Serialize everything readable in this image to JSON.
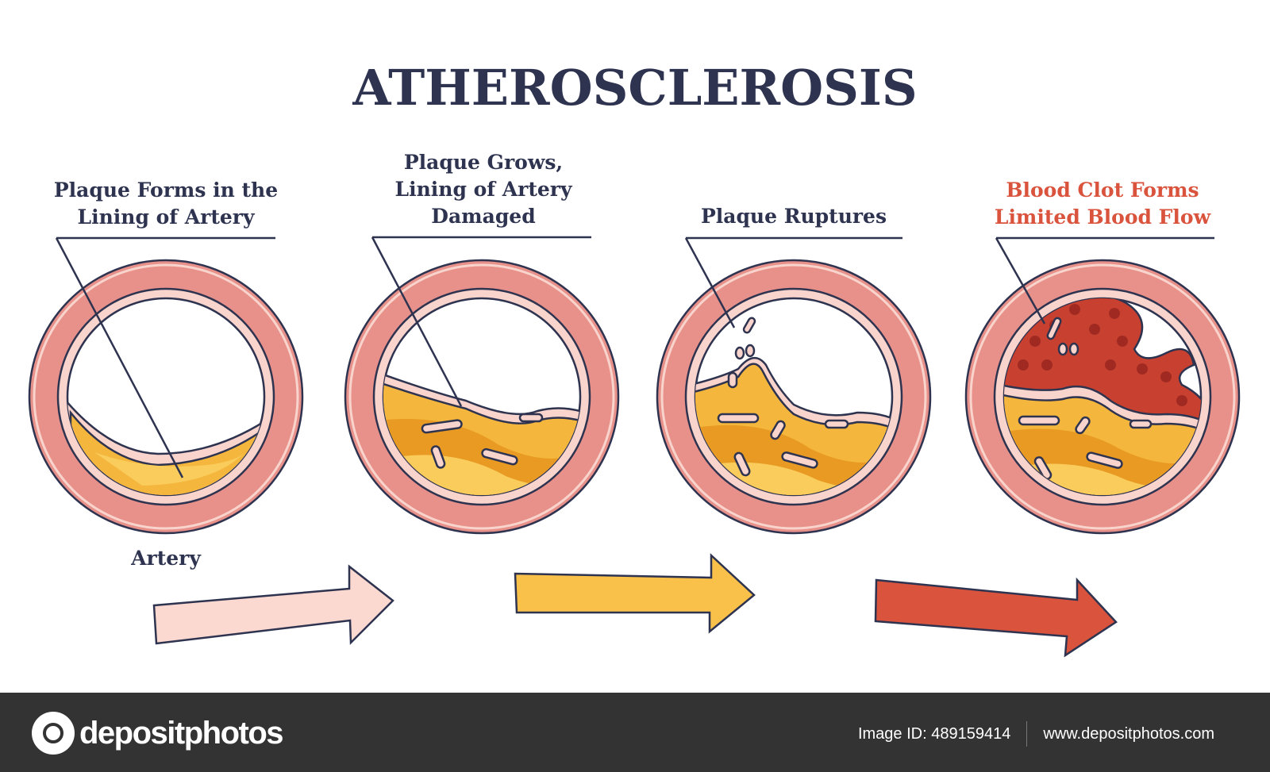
{
  "title": "ATHEROSCLEROSIS",
  "stages": [
    {
      "lines": [
        "Plaque Forms in the",
        "Lining of Artery"
      ]
    },
    {
      "lines": [
        "Plaque Grows,",
        "Lining of Artery",
        "Damaged"
      ]
    },
    {
      "lines": [
        "Plaque Ruptures"
      ]
    },
    {
      "lines": [
        "Blood Clot Forms",
        "Limited Blood Flow"
      ]
    }
  ],
  "artery_label": "Artery",
  "colors": {
    "ink": "#2e3350",
    "wall": "#e8918a",
    "lining": "#f8d4cc",
    "plaque": "#f4b63c",
    "plaque_dark": "#e89a22",
    "clot": "#c8402f",
    "clot_dot": "#a02a22",
    "red_label": "#d9533d"
  },
  "footer": {
    "brand": "depositphotos",
    "image_id": "Image ID: 489159414",
    "site": "www.depositphotos.com"
  }
}
